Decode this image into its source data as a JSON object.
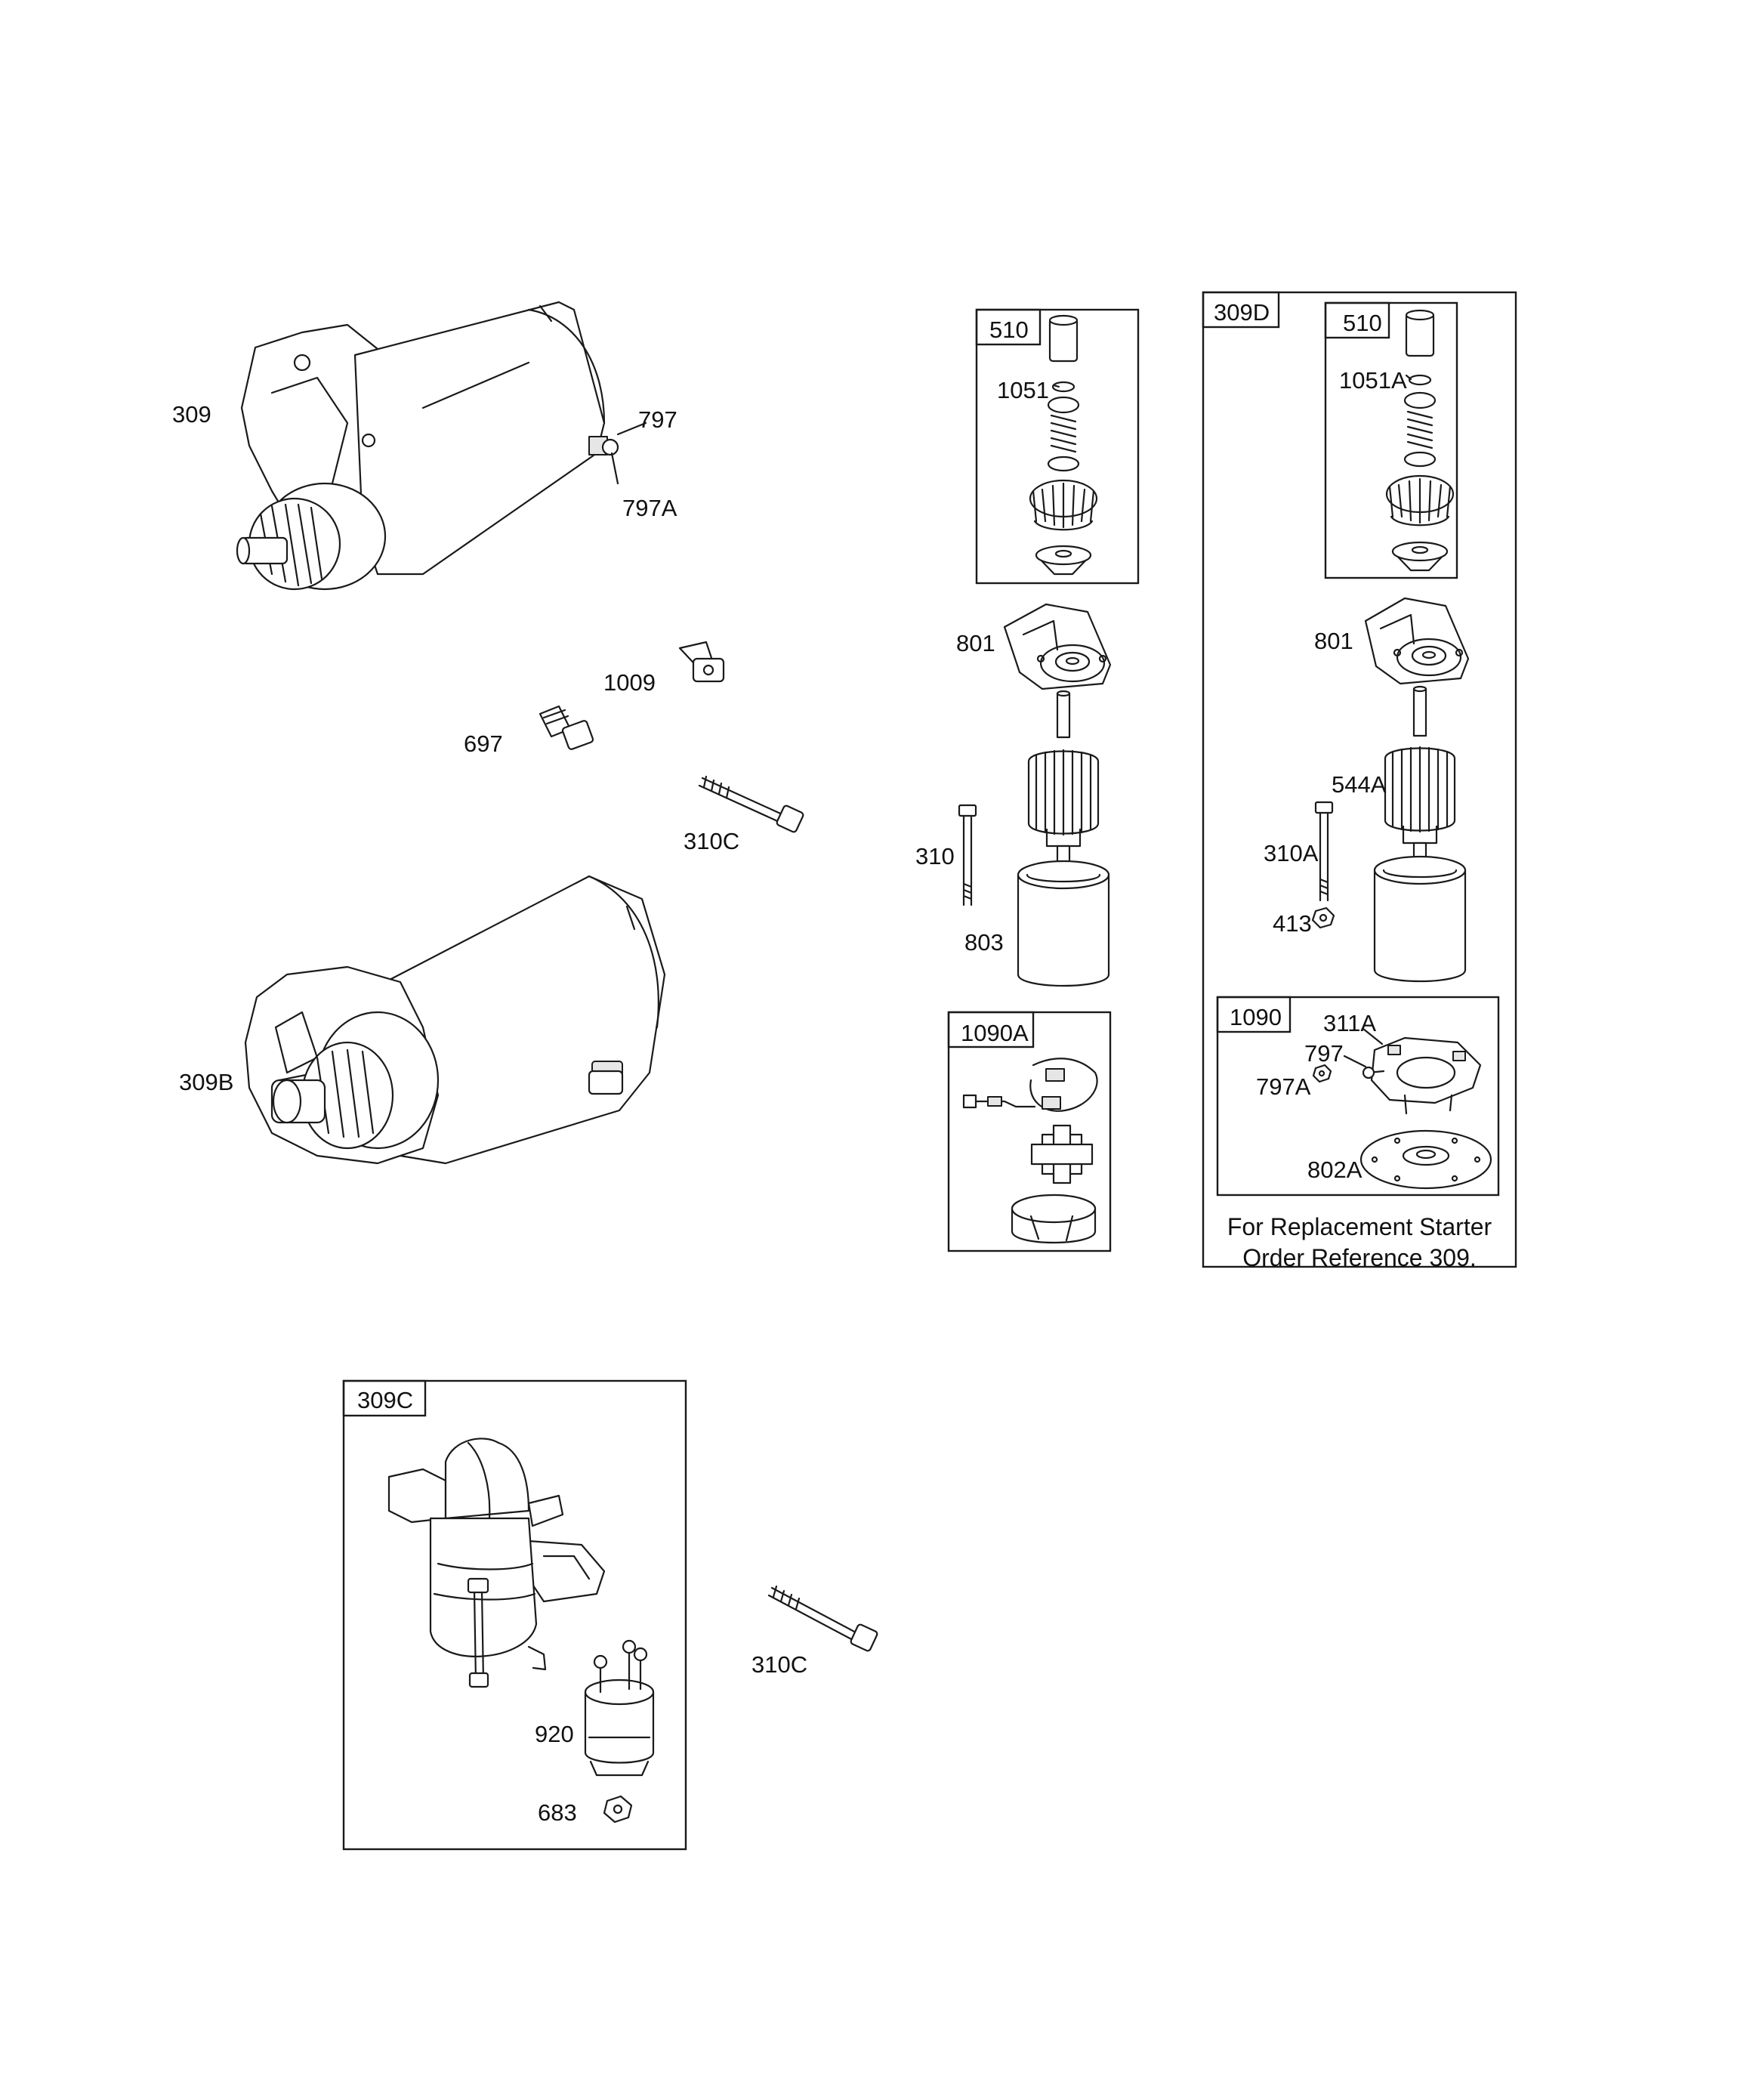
{
  "labels": {
    "p309": "309",
    "p797_top": "797",
    "p797a_top": "797A",
    "p1009": "1009",
    "p697": "697",
    "p310c_mid": "310C",
    "p309b": "309B",
    "p309c": "309C",
    "p920": "920",
    "p683": "683",
    "p310c_low": "310C",
    "kit510_a": "510",
    "p1051": "1051",
    "p801_a": "801",
    "p310": "310",
    "p803": "803",
    "kit1090a": "1090A",
    "p309d": "309D",
    "kit510_b": "510",
    "p1051a": "1051A",
    "p801_b": "801",
    "p544a": "544A",
    "p310a": "310A",
    "p413": "413",
    "kit1090": "1090",
    "p311a": "311A",
    "p797_box": "797",
    "p797a_box": "797A",
    "p802a": "802A"
  },
  "note": {
    "line1": "For Replacement Starter",
    "line2": "Order Reference 309."
  }
}
